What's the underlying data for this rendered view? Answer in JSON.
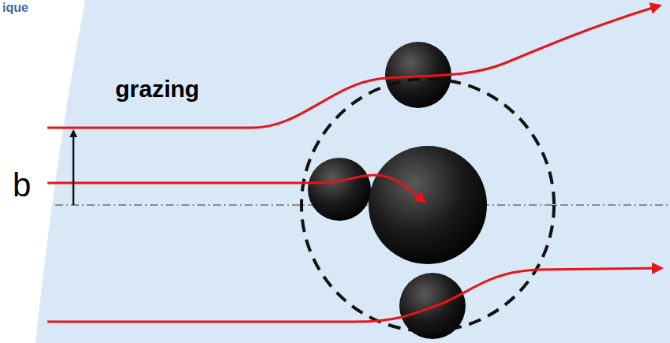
{
  "diagram": {
    "labels": [
      "ique",
      "grazing",
      "b"
    ]
  }
}
